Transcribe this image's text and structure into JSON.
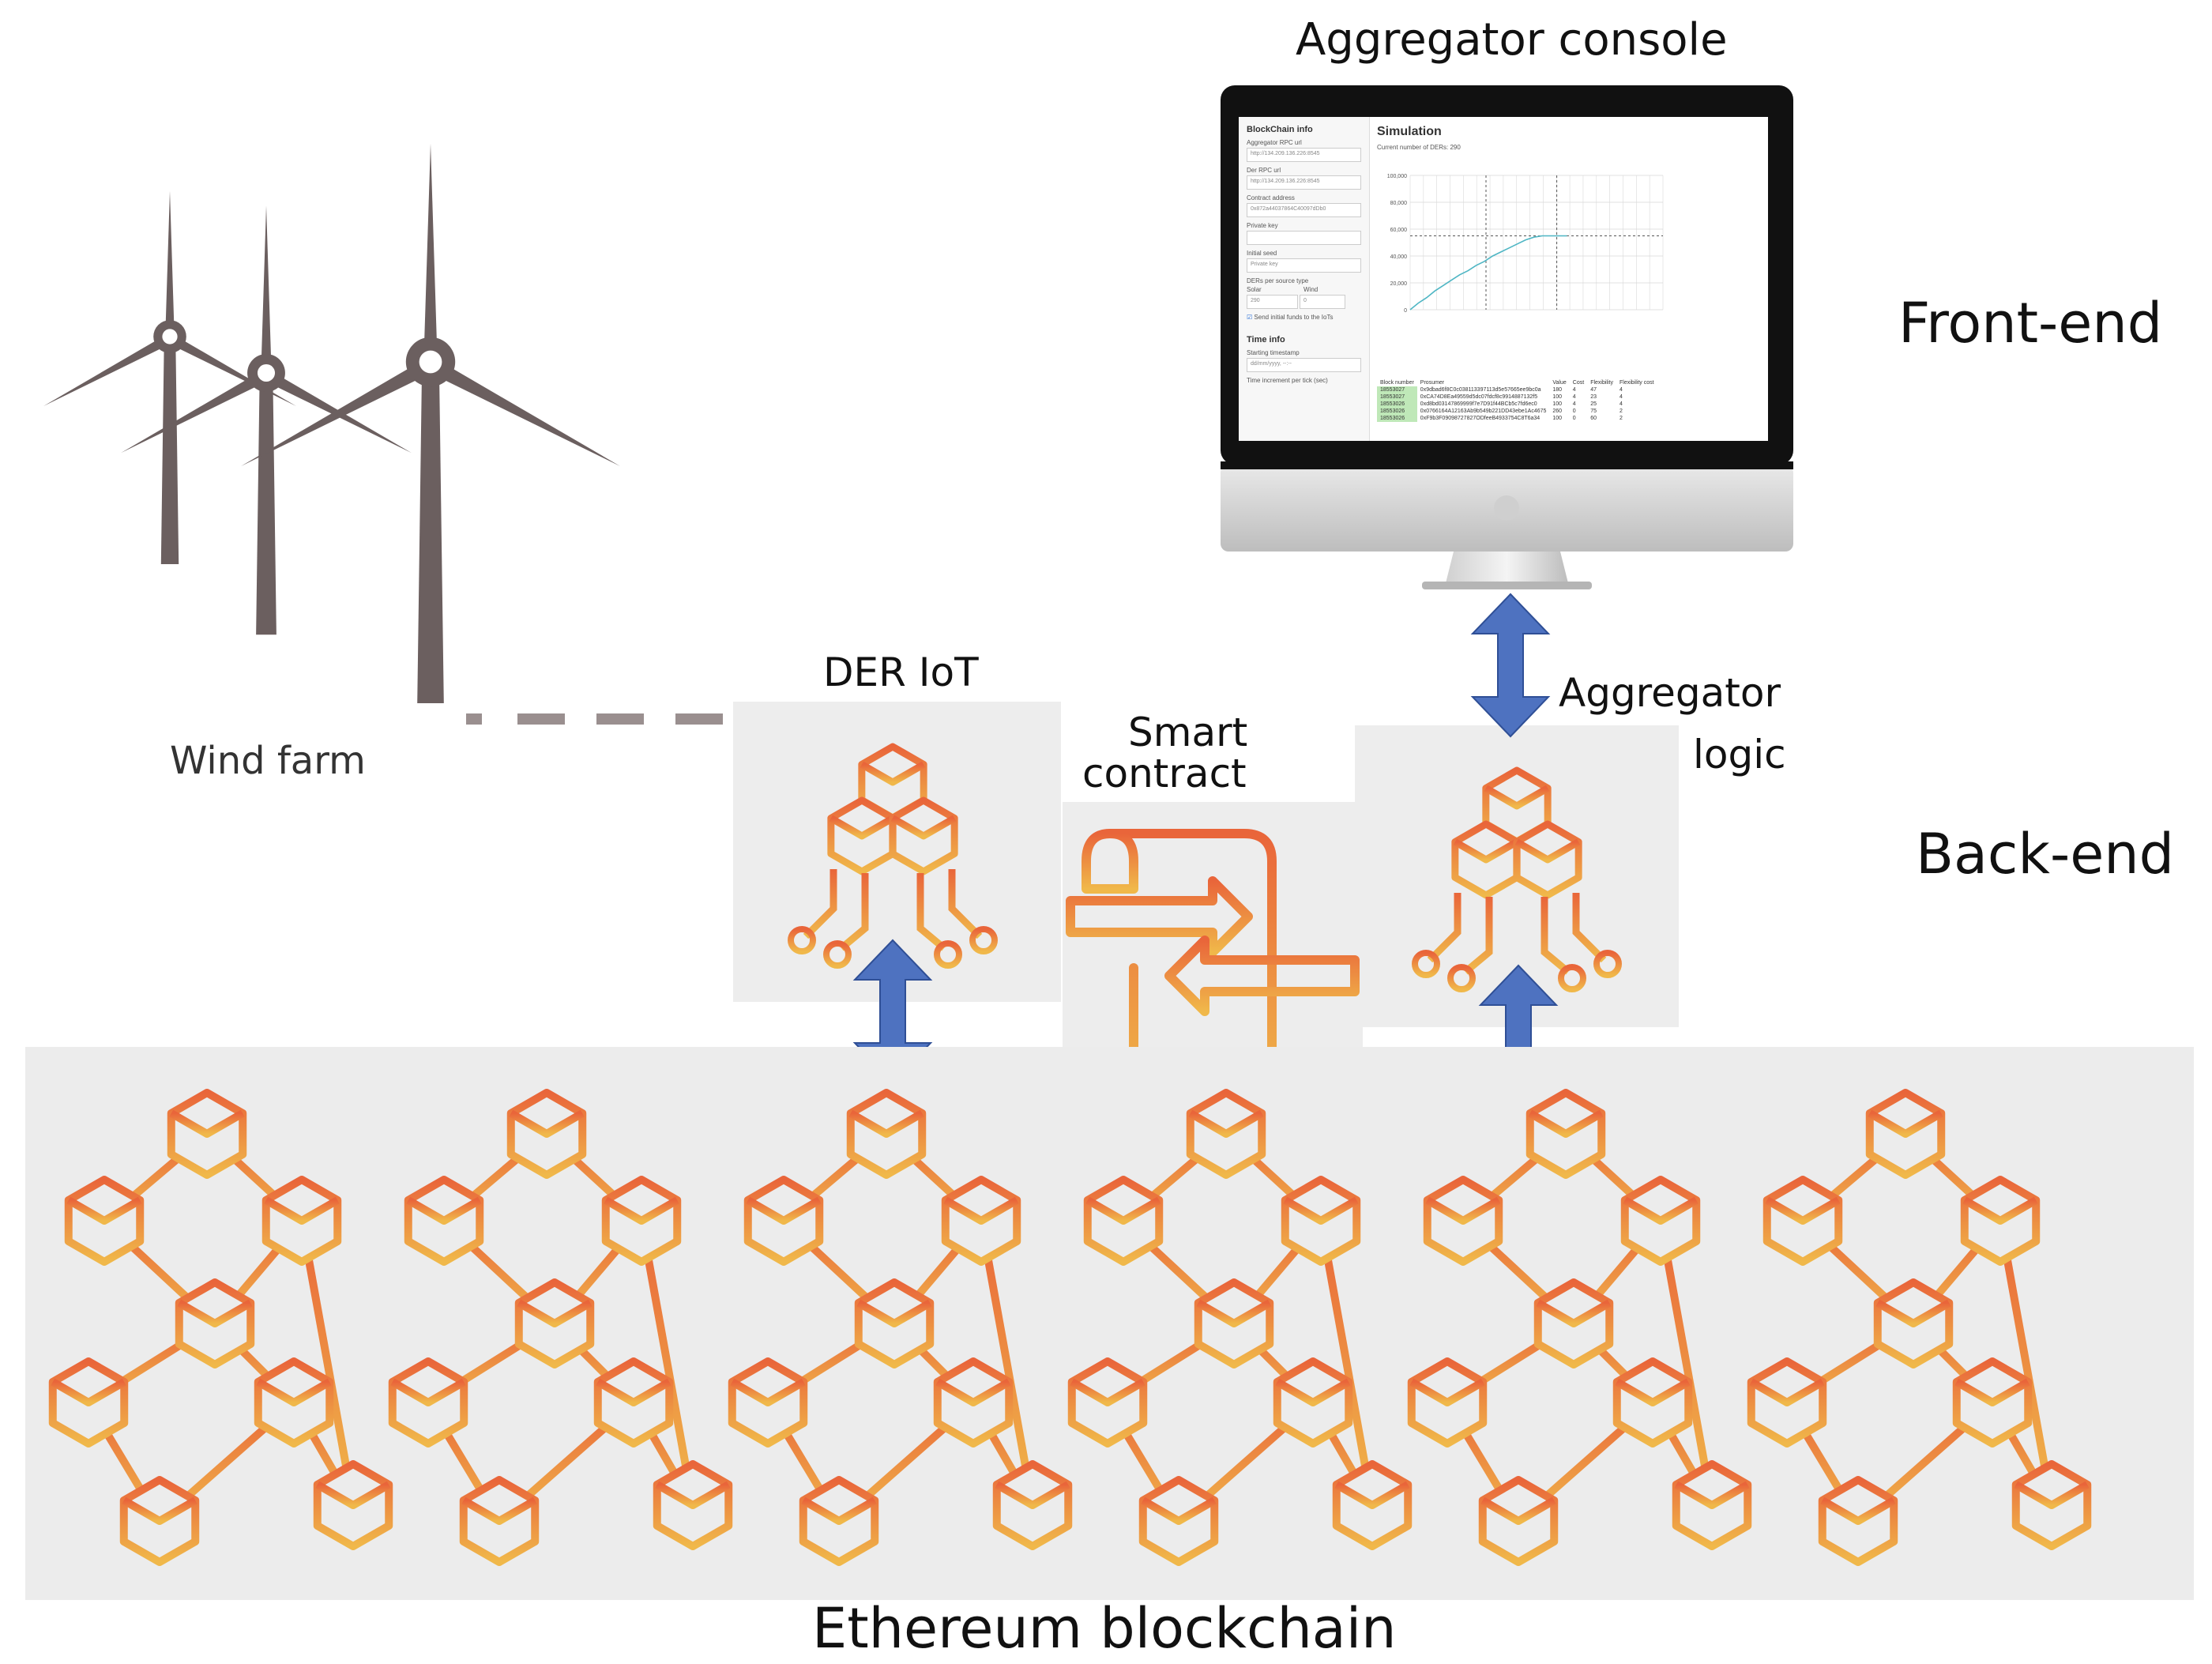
{
  "labels": {
    "aggregator_console": "Aggregator console",
    "front_end": "Front-end",
    "back_end": "Back-end",
    "wind_farm": "Wind farm",
    "der_iot": "DER IoT",
    "smart_contract_line1": "Smart",
    "smart_contract_line2": "contract",
    "aggregator_logic_line1": "Aggregator",
    "aggregator_logic_line2": "logic",
    "ethereum_blockchain": "Ethereum blockchain"
  },
  "console": {
    "sidebar": {
      "blockchain_info": "BlockChain info",
      "aggregator_rpc_label": "Aggregator RPC url",
      "aggregator_rpc_value": "http://134.209.136.226:8545",
      "der_rpc_label": "Der RPC url",
      "der_rpc_value": "http://134.209.136.226:8545",
      "contract_label": "Contract address",
      "contract_value": "0x872a44037864C40097dDb0",
      "private_key_label": "Private key",
      "initial_seed_label": "Initial seed",
      "initial_seed_placeholder": "Private key",
      "ders_label": "DERs per source type",
      "solar_label": "Solar",
      "wind_label": "Wind",
      "solar_value": "290",
      "wind_value": "0",
      "send_funds": "Send initial funds to the IoTs",
      "time_info": "Time info",
      "starting_timestamp": "Starting timestamp",
      "date_placeholder": "dd/mm/yyyy, --:--",
      "time_increment": "Time increment per tick (sec)"
    },
    "simulation_title": "Simulation",
    "current_ders": "Current number of DERs: 290",
    "table_headers": [
      "Block number",
      "Prosumer",
      "Value",
      "Cost",
      "Flexibility",
      "Flexibility cost"
    ],
    "table_rows": [
      [
        "18553027",
        "0x9dbad6f8C0c038113397113d5e57665ee9bc0a",
        "180",
        "4",
        "47",
        "4"
      ],
      [
        "18553027",
        "0xCA74D8Ea49559d5dc07fdcf8c9914887132f5",
        "100",
        "4",
        "23",
        "4"
      ],
      [
        "18553026",
        "0xd8bd03147869999f7e7D91f44BCb5c7fd6ec0",
        "100",
        "4",
        "25",
        "4"
      ],
      [
        "18553026",
        "0x0766164A12163Ab9b549b221DD43ebe1Ac4675",
        "260",
        "0",
        "75",
        "2"
      ],
      [
        "18553026",
        "0xF9b3F09098727827ODfeeB4933754C8T6a34",
        "100",
        "0",
        "60",
        "2"
      ]
    ]
  },
  "chart_data": {
    "type": "line",
    "title": "",
    "xlabel": "",
    "ylabel": "",
    "ylim": [
      0,
      100000
    ],
    "y_ticks": [
      "0",
      "20,000",
      "40,000",
      "60,000",
      "80,000",
      "100,000"
    ],
    "series": [
      {
        "values": [
          0,
          5000,
          9000,
          14000,
          18000,
          22000,
          26000,
          29000,
          33000,
          36000,
          40000,
          43000,
          46000,
          49000,
          52000,
          54000,
          55000,
          55000,
          55000,
          55000
        ]
      }
    ],
    "colors": {
      "line": "#4fb6c4",
      "grid": "#d9d9d9",
      "dashed": "#555555"
    }
  },
  "colors": {
    "turbine": "#6b5f5f",
    "orange_top": "#e9653a",
    "orange_bottom": "#f0b84a",
    "arrow": "#4e72c0",
    "panel": "#ededed"
  }
}
